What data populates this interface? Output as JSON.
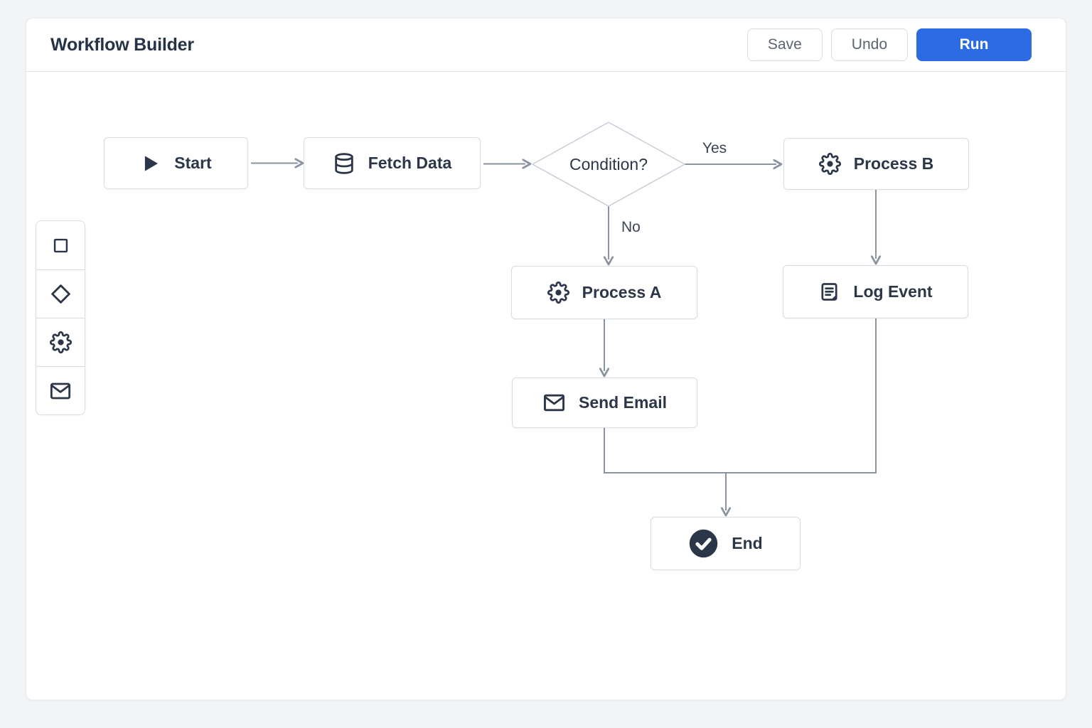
{
  "header": {
    "title": "Workflow Builder",
    "buttons": {
      "save": "Save",
      "undo": "Undo",
      "run": "Run"
    }
  },
  "palette": {
    "items": [
      {
        "icon": "square-icon",
        "shape": "rectangle"
      },
      {
        "icon": "diamond-icon",
        "shape": "decision"
      },
      {
        "icon": "gear-icon",
        "shape": "process"
      },
      {
        "icon": "mail-icon",
        "shape": "email"
      }
    ]
  },
  "canvas": {
    "nodes": [
      {
        "id": "start",
        "label": "Start",
        "icon": "play-icon",
        "shape": "box"
      },
      {
        "id": "fetch-data",
        "label": "Fetch Data",
        "icon": "database-icon",
        "shape": "box"
      },
      {
        "id": "condition",
        "label": "Condition?",
        "icon": "",
        "shape": "diamond"
      },
      {
        "id": "process-b",
        "label": "Process B",
        "icon": "gear-icon",
        "shape": "box"
      },
      {
        "id": "process-a",
        "label": "Process A",
        "icon": "gear-icon",
        "shape": "box"
      },
      {
        "id": "log-event",
        "label": "Log Event",
        "icon": "log-icon",
        "shape": "box"
      },
      {
        "id": "send-email",
        "label": "Send Email",
        "icon": "mail-icon",
        "shape": "box"
      },
      {
        "id": "end",
        "label": "End",
        "icon": "check-circle-icon",
        "shape": "box"
      }
    ],
    "edges": [
      {
        "from": "start",
        "to": "fetch-data",
        "label": ""
      },
      {
        "from": "fetch-data",
        "to": "condition",
        "label": ""
      },
      {
        "from": "condition",
        "to": "process-b",
        "label": "Yes"
      },
      {
        "from": "condition",
        "to": "process-a",
        "label": "No"
      },
      {
        "from": "process-b",
        "to": "log-event",
        "label": ""
      },
      {
        "from": "process-a",
        "to": "send-email",
        "label": ""
      },
      {
        "from": "send-email",
        "to": "end",
        "label": ""
      },
      {
        "from": "log-event",
        "to": "end",
        "label": ""
      }
    ]
  },
  "colors": {
    "accent_blue": "#2d6be4",
    "ink_navy": "#2b3749",
    "title_navy": "#253349",
    "node_border": "#d7dbe2",
    "diamond_border": "#c7ced9",
    "arrow_gray": "#8a93a2",
    "secondary_text": "#5b6470",
    "page_bg": "#f3f4f6",
    "card_bg": "#ffffff"
  }
}
